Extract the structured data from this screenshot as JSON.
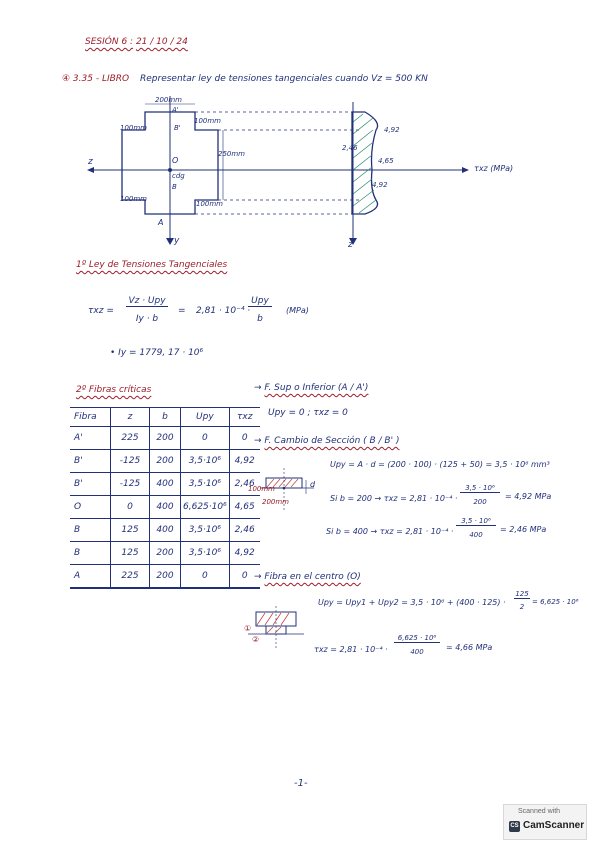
{
  "session": {
    "label": "SESIÓN 6 :",
    "date": "21 / 10 / 24"
  },
  "problem": {
    "number": "④ 3.35 - LIBRO",
    "statement": "Representar ley de tensiones tangenciales cuando Vz = 500 KN"
  },
  "figure": {
    "top_width": "200mm",
    "a_prime": "A'",
    "b_prime_top": "B'",
    "flange_left_top": "100mm",
    "flange_right_top": "100mm",
    "web_dim": "250mm",
    "o_label": "O",
    "cdg_label": "cdg",
    "b_label": "B",
    "flange_left_bot": "100mm",
    "flange_right_bot": "100mm",
    "a_label": "A",
    "z_axis": "z",
    "y_axis": "y"
  },
  "stress_diagram": {
    "v_top": "4,92",
    "v_mid_left": "2,46",
    "v_mid": "4,65",
    "v_bot": "4,92",
    "axis_label": "τxz (MPa)",
    "z_axis": "z"
  },
  "section1": {
    "title": "1º Ley de Tensiones Tangenciales",
    "lhs": "τxz =",
    "num": "Vz · Upy",
    "den": "Iy · b",
    "eq": "=",
    "coef": "2,81 · 10⁻⁴ ·",
    "num2": "Upy",
    "den2": "b",
    "unit": "(MPa)",
    "iy": "• Iy = 1779, 17 · 10⁶"
  },
  "section2": {
    "title": "2º Fibras críticas",
    "table": {
      "headers": [
        "Fibra",
        "z",
        "b",
        "Upy",
        "τxz"
      ],
      "rows": [
        [
          "A'",
          "225",
          "200",
          "0",
          "0"
        ],
        [
          "B'",
          "-125",
          "200",
          "3,5·10⁶",
          "4,92"
        ],
        [
          "B'",
          "-125",
          "400",
          "3,5·10⁶",
          "2,46"
        ],
        [
          "O",
          "0",
          "400",
          "6,625·10⁶",
          "4,65"
        ],
        [
          "B",
          "125",
          "400",
          "3,5·10⁶",
          "2,46"
        ],
        [
          "B",
          "125",
          "200",
          "3,5·10⁶",
          "4,92"
        ],
        [
          "A",
          "225",
          "200",
          "0",
          "0"
        ]
      ]
    }
  },
  "right_notes": {
    "sup_title": "F. Sup o Inferior (A / A')",
    "sup_eq": "Upy = 0  ;  τxz = 0",
    "cambio_title": "F. Cambio de Sección ( B / B' )",
    "upy_eq": "Upy = A · d = (200 · 100) · (125 + 50) = 3,5 · 10⁶ mm³",
    "sb200_label": "Si b = 200",
    "sb200_eq": "τxz = 2,81 · 10⁻⁴ ·",
    "sb200_num": "3,5 · 10⁶",
    "sb200_den": "200",
    "sb200_res": "= 4,92 MPa",
    "sb400_label": "Si b = 400",
    "sb400_eq": "τxz = 2,81 · 10⁻⁴ ·",
    "sb400_num": "3,5 · 10⁶",
    "sb400_den": "400",
    "sb400_res": "= 2,46 MPa",
    "sketch_w": "100mm",
    "sketch_h": "200mm",
    "sketch_d": "d",
    "centro_title": "Fibra en el centro (O)",
    "centro_eq": "Upy = Upy1 + Upy2 = 3,5 · 10⁶ + (400 · 125) ·",
    "centro_frac_num": "125",
    "centro_frac_den": "2",
    "centro_res": "= 6,625 · 10⁶",
    "centro_tau": "τxz = 2,81 · 10⁻⁴ ·",
    "centro_tau_num": "6,625 · 10⁶",
    "centro_tau_den": "400",
    "centro_tau_res": "= 4,66 MPa",
    "marker1": "①",
    "marker2": "②"
  },
  "page_number": "-1-",
  "badge": {
    "line1": "Scanned with",
    "line2": "CamScanner"
  }
}
